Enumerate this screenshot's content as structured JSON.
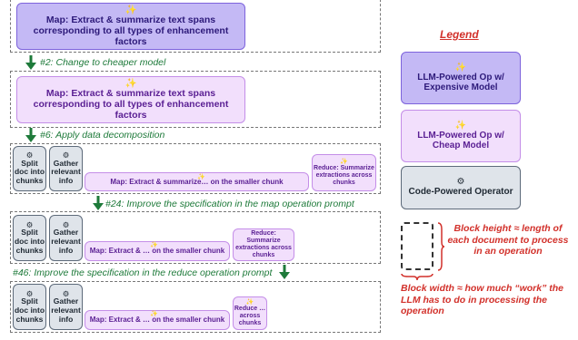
{
  "pipeline1": {
    "map_label": "Map: Extract & summarize text spans corresponding to all types of enhancement factors"
  },
  "step2": "#2: Change to cheaper model",
  "pipeline2": {
    "map_label": "Map: Extract & summarize text spans corresponding to all types of enhancement factors"
  },
  "step6": "#6: Apply data decomposition",
  "pipeline3": {
    "split_label": "Split doc into chunks",
    "gather_label": "Gather relevant info",
    "map_label": "Map: Extract & summarize… on the smaller chunk",
    "reduce_label": "Reduce: Summarize extractions across chunks"
  },
  "step24": "#24: Improve the specification in the map operation prompt",
  "pipeline4": {
    "split_label": "Split doc into chunks",
    "gather_label": "Gather relevant info",
    "map_label": "Map: Extract & … on the smaller chunk",
    "reduce_label": "Reduce: Summarize extractions across chunks"
  },
  "step46": "#46: Improve the specification in the reduce operation prompt",
  "pipeline5": {
    "split_label": "Split doc into chunks",
    "gather_label": "Gather relevant info",
    "map_label": "Map: Extract & … on the smaller chunk",
    "reduce_label": "Reduce … across chunks"
  },
  "legend": {
    "title": "Legend",
    "expensive": "LLM-Powered Op w/ Expensive Model",
    "cheap": "LLM-Powered Op w/ Cheap Model",
    "code": "Code-Powered Operator",
    "height_note": "Block height ≈ length of each document to process in an operation",
    "width_note": "Block width ≈ how much “work” the LLM has to do in processing the operation"
  },
  "icons": {
    "llm": "sparkle-icon",
    "code": "gear-icon"
  },
  "colors": {
    "expensive": "#c4b9f5",
    "cheap": "#f2dffc",
    "code": "#dfe4ea",
    "arrow": "#1e7a3a",
    "note": "#d2312b"
  }
}
